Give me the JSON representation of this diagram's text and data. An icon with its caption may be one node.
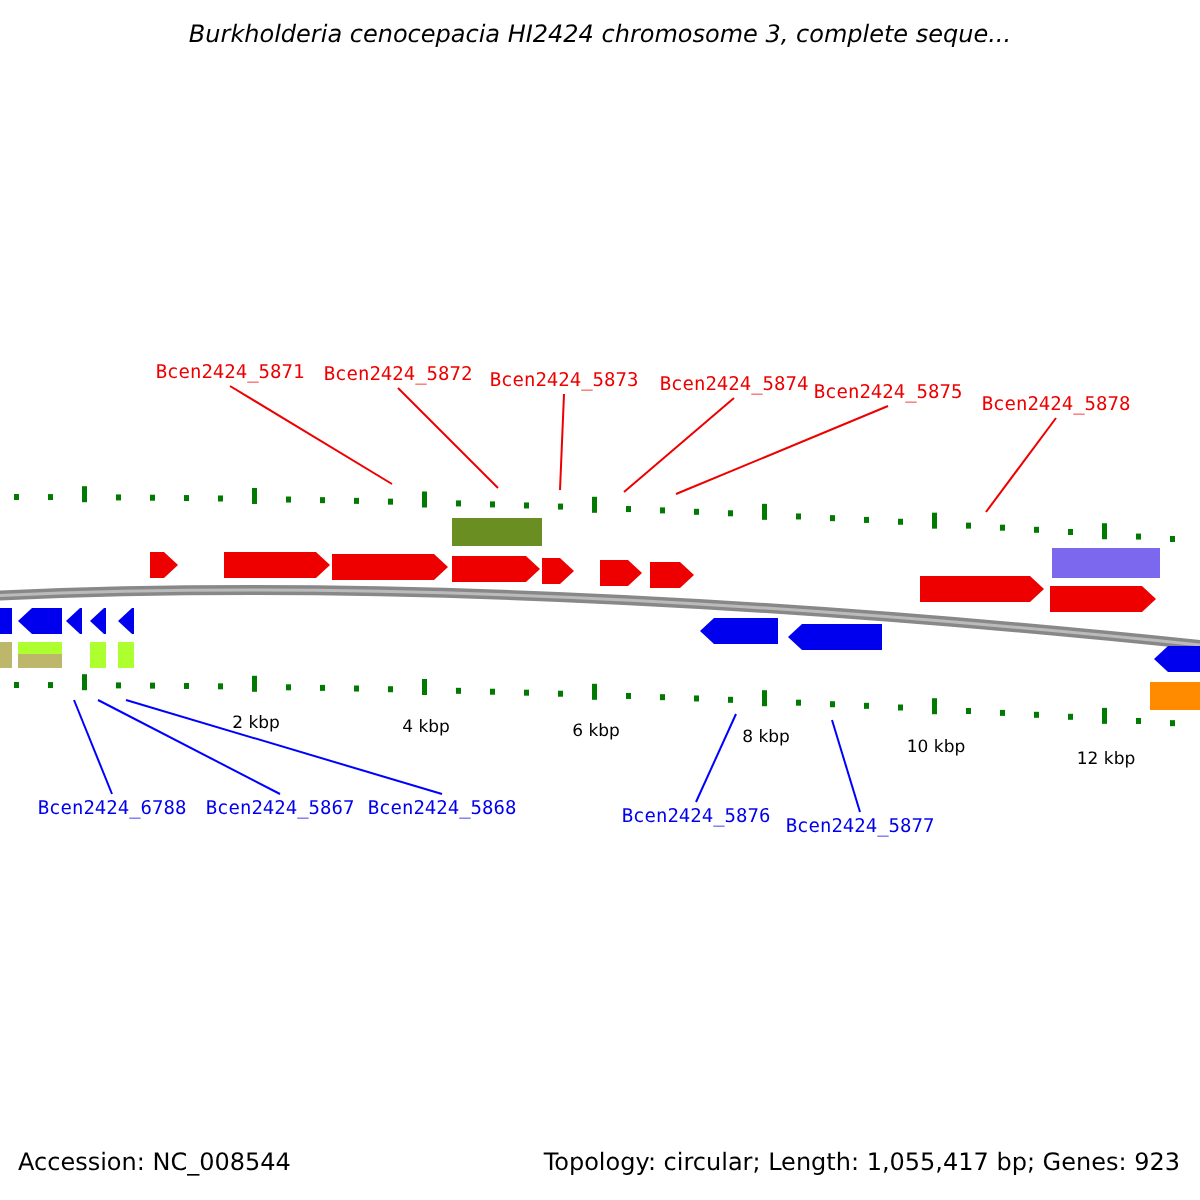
{
  "diagram": {
    "title": "Burkholderia cenocepacia HI2424 chromosome 3, complete seque...",
    "nodes": [
      {
        "text": [
          "Bcen2424_5871"
        ]
      },
      {
        "text": [
          "Bcen2424_5872"
        ]
      },
      {
        "text": [
          "Bcen2424_5873"
        ]
      },
      {
        "text": [
          "Bcen2424_5874"
        ]
      },
      {
        "text": [
          "Bcen2424_5875"
        ]
      },
      {
        "text": [
          "Bcen2424_5878"
        ]
      },
      {
        "text": [
          "Bcen2424_6788"
        ]
      },
      {
        "text": [
          "Bcen2424_5867"
        ]
      },
      {
        "text": [
          "Bcen2424_5868"
        ]
      },
      {
        "text": [
          "Bcen2424_5876"
        ]
      },
      {
        "text": [
          "Bcen2424_5877"
        ]
      }
    ],
    "edges": [
      {
        "from": 0,
        "to": null,
        "arrow": "none"
      },
      {
        "from": 1,
        "to": null,
        "arrow": "none"
      },
      {
        "from": 2,
        "to": null,
        "arrow": "none"
      },
      {
        "from": 3,
        "to": null,
        "arrow": "none"
      },
      {
        "from": 4,
        "to": null,
        "arrow": "none"
      },
      {
        "from": 5,
        "to": null,
        "arrow": "none"
      },
      {
        "from": 6,
        "to": null,
        "arrow": "none",
        "color": "#0000ff"
      },
      {
        "from": 7,
        "to": null,
        "arrow": "none",
        "color": "#0000ff"
      },
      {
        "from": 8,
        "to": null,
        "arrow": "none",
        "color": "#0000ff"
      },
      {
        "from": 9,
        "to": null,
        "arrow": "none",
        "color": "#0000ff"
      },
      {
        "from": 10,
        "to": null,
        "arrow": "none",
        "color": "#0000ff"
      }
    ],
    "labels": [
      "2 kbp",
      "4 kbp",
      "6 kbp",
      "8 kbp",
      "10 kbp",
      "12 kbp",
      "Accession: NC_008544",
      "Topology: circular; Length: 1,055,417 bp; Genes: 923"
    ]
  }
}
